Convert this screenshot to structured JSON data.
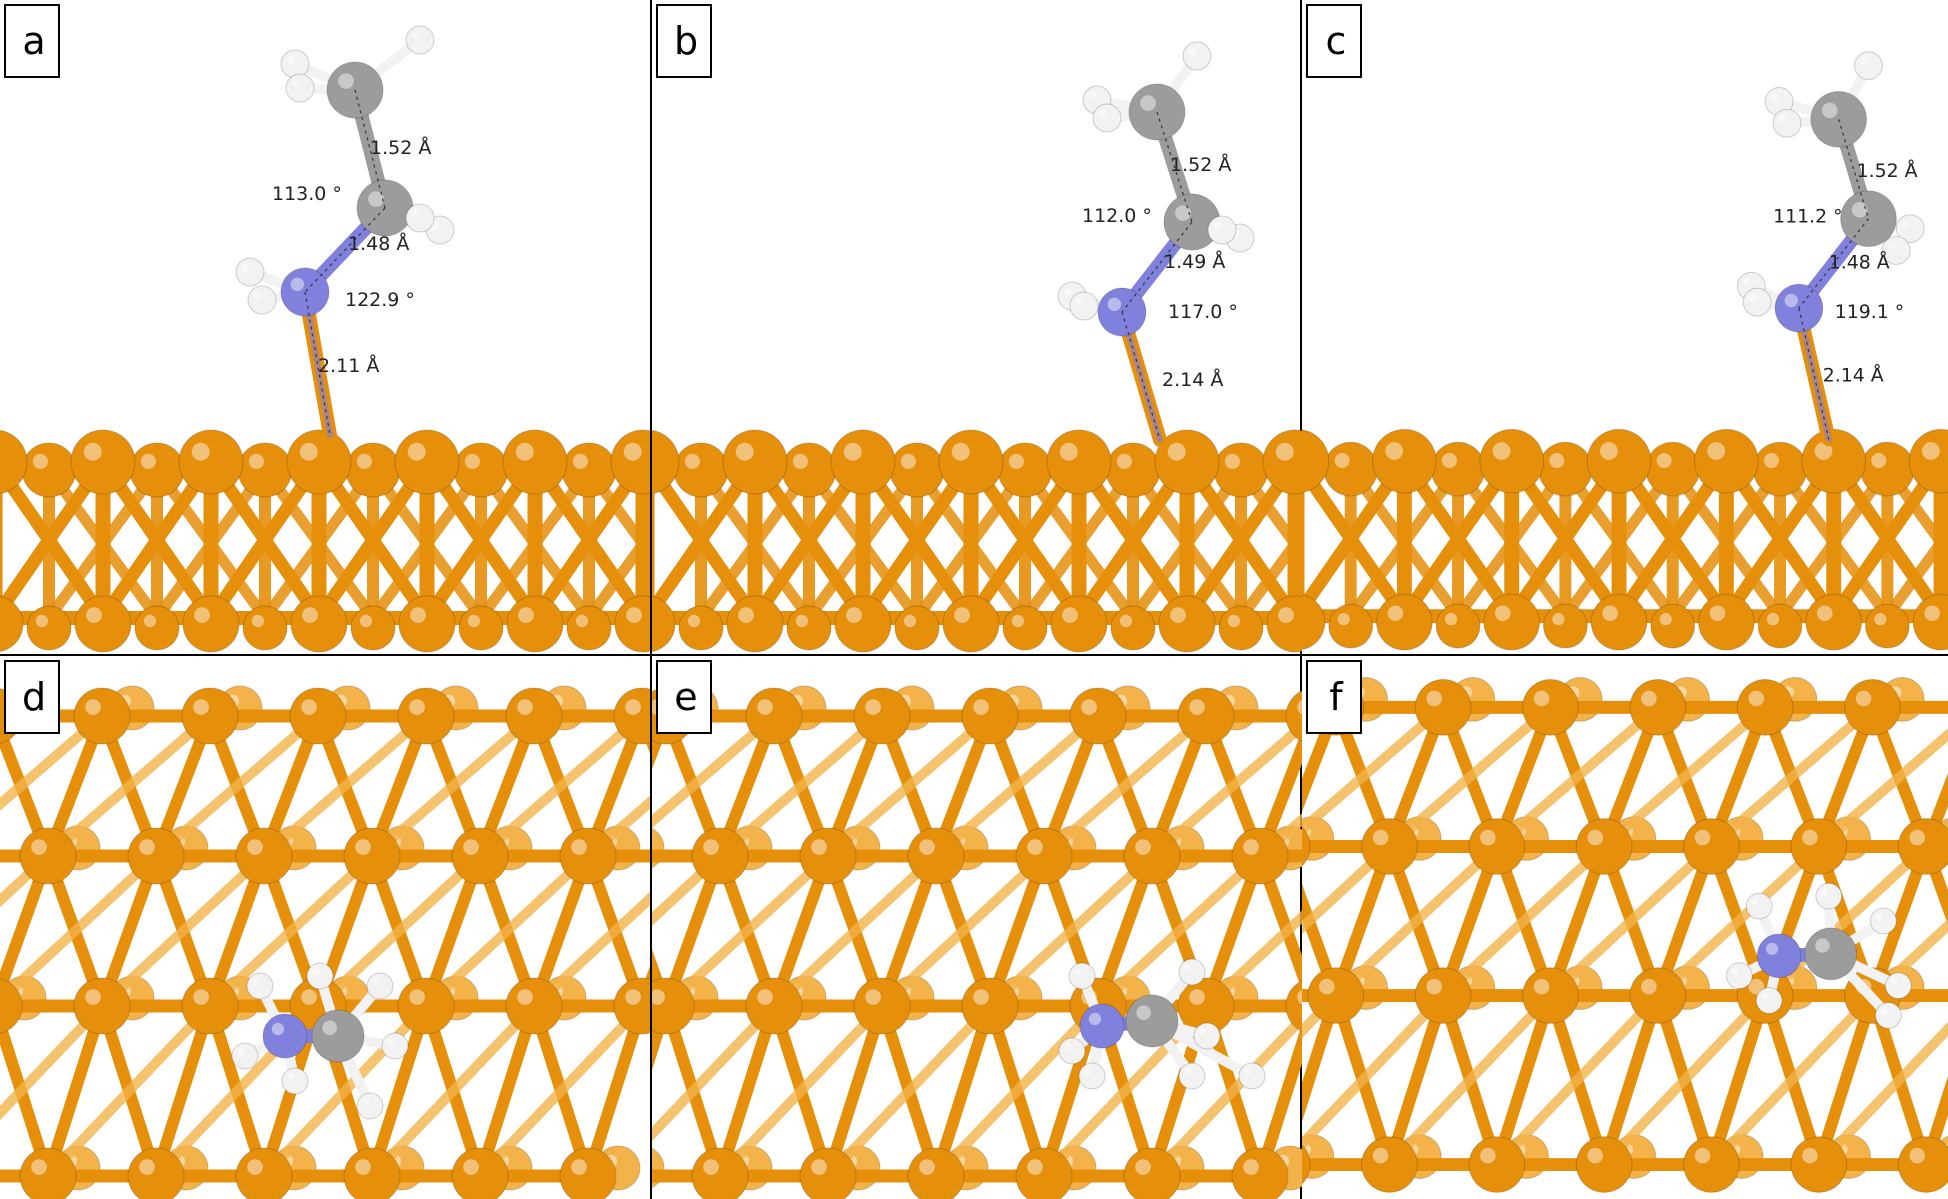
{
  "colors": {
    "metal": "#E58F0B",
    "metal_light": "#F3B34A",
    "carbon": "#9C9C9C",
    "nitrogen": "#8080DD",
    "hydrogen": "#F2F2F2",
    "background": "#FFFFFF",
    "text": "#000000"
  },
  "atom_icons": {
    "metal": "metal-atom-icon",
    "carbon": "carbon-atom-icon",
    "nitrogen": "nitrogen-atom-icon",
    "hydrogen": "hydrogen-atom-icon"
  },
  "panels": [
    {
      "label": "a",
      "view": "side",
      "measurements": {
        "cc_bond": "1.52 Å",
        "ccn_angle": "113.0 °",
        "cn_bond": "1.48 Å",
        "cnm_angle": "122.9 °",
        "nm_bond": "2.11 Å"
      }
    },
    {
      "label": "b",
      "view": "side",
      "measurements": {
        "cc_bond": "1.52 Å",
        "ccn_angle": "112.0 °",
        "cn_bond": "1.49 Å",
        "cnm_angle": "117.0 °",
        "nm_bond": "2.14 Å"
      }
    },
    {
      "label": "c",
      "view": "side",
      "measurements": {
        "cc_bond": "1.52 Å",
        "ccn_angle": "111.2 °",
        "cn_bond": "1.48 Å",
        "cnm_angle": "119.1 °",
        "nm_bond": "2.14 Å"
      }
    },
    {
      "label": "d",
      "view": "top"
    },
    {
      "label": "e",
      "view": "top"
    },
    {
      "label": "f",
      "view": "top"
    }
  ]
}
